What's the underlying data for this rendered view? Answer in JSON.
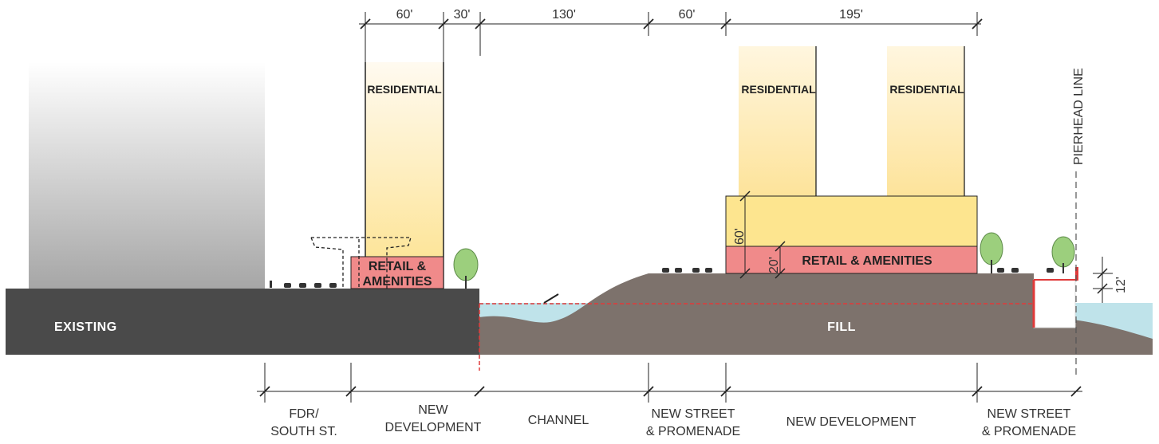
{
  "dimensions_top": [
    "60'",
    "30'",
    "130'",
    "60'",
    "195'"
  ],
  "dimensions_side": {
    "podium": "60'",
    "retail": "20'",
    "drop": "12'"
  },
  "buildings": {
    "left_tower": "RESIDENTIAL",
    "left_retail": [
      "RETAIL &",
      "AMENITIES"
    ],
    "right_tower_1": "RESIDENTIAL",
    "right_tower_2": "RESIDENTIAL",
    "right_retail": "RETAIL & AMENITIES"
  },
  "ground_labels": {
    "existing": "EXISTING",
    "fill": "FILL"
  },
  "pierhead": "PIERHEAD LINE",
  "zones": {
    "fdr": [
      "FDR/",
      "SOUTH ST."
    ],
    "new_dev_left": [
      "NEW",
      "DEVELOPMENT"
    ],
    "channel": "CHANNEL",
    "street_1": [
      "NEW STREET",
      "& PROMENADE"
    ],
    "new_dev_right": "NEW DEVELOPMENT",
    "street_2": [
      "NEW STREET",
      "& PROMENADE"
    ]
  },
  "colors": {
    "existing_ground": "#4a4a4a",
    "fill_ground": "#7d726c",
    "water": "#bfe3ea",
    "retail": "#f08a8a",
    "tower_top": "#fff8e6",
    "tower_bottom": "#fde9a0",
    "podium": "#fde58f",
    "tree": "#9ccf7d"
  }
}
